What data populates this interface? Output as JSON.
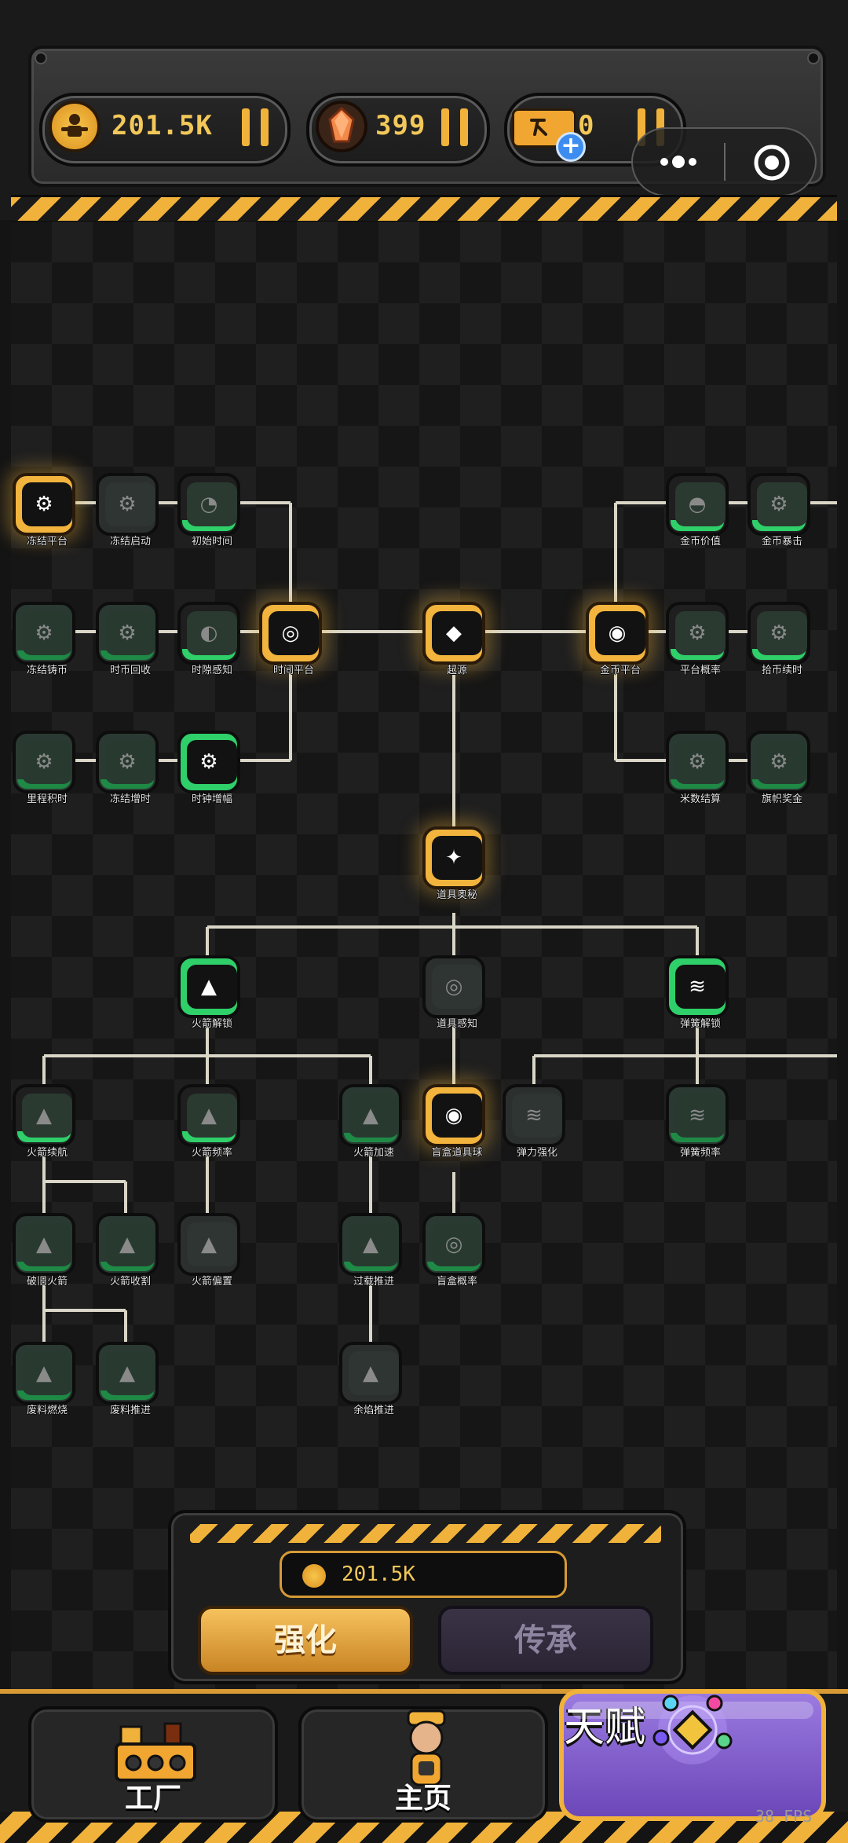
{
  "resources": {
    "coins": "201.5K",
    "gems": "399",
    "tickets": "0"
  },
  "tree": {
    "nodes": [
      {
        "id": "n1",
        "label": "冻结平台",
        "style": "gold",
        "glyph": "⚙"
      },
      {
        "id": "n2",
        "label": "冻结启动",
        "style": "dark",
        "glyph": "⚙"
      },
      {
        "id": "n3",
        "label": "初始时间",
        "style": "green",
        "glyph": "◔"
      },
      {
        "id": "n4",
        "label": "冻结铸币",
        "style": "dim",
        "glyph": "⚙"
      },
      {
        "id": "n5",
        "label": "时币回收",
        "style": "dim",
        "glyph": "⚙"
      },
      {
        "id": "n6",
        "label": "时隙感知",
        "style": "green",
        "glyph": "◐"
      },
      {
        "id": "n7",
        "label": "时间平台",
        "style": "gold",
        "glyph": "◎"
      },
      {
        "id": "n8",
        "label": "里程积时",
        "style": "dim",
        "glyph": "⚙"
      },
      {
        "id": "n9",
        "label": "冻结增时",
        "style": "dim",
        "glyph": "⚙"
      },
      {
        "id": "n10",
        "label": "时钟增幅",
        "style": "bright",
        "glyph": "⚙"
      },
      {
        "id": "n11",
        "label": "起源",
        "style": "gold",
        "glyph": "◆"
      },
      {
        "id": "n12",
        "label": "金币平台",
        "style": "gold",
        "glyph": "◉"
      },
      {
        "id": "n13",
        "label": "金币价值",
        "style": "green",
        "glyph": "◓"
      },
      {
        "id": "n14",
        "label": "金币暴击",
        "style": "green",
        "glyph": "⚙"
      },
      {
        "id": "n15",
        "label": "平台概率",
        "style": "green",
        "glyph": "⚙"
      },
      {
        "id": "n16",
        "label": "拾币续时",
        "style": "green",
        "glyph": "⚙"
      },
      {
        "id": "n17",
        "label": "米数结算",
        "style": "dim",
        "glyph": "⚙"
      },
      {
        "id": "n18",
        "label": "旗帜奖金",
        "style": "dim",
        "glyph": "⚙"
      },
      {
        "id": "n19",
        "label": "道具奥秘",
        "style": "gold",
        "glyph": "✦"
      },
      {
        "id": "n20",
        "label": "火箭解锁",
        "style": "bright",
        "glyph": "▲"
      },
      {
        "id": "n21",
        "label": "道具感知",
        "style": "dark",
        "glyph": "◎"
      },
      {
        "id": "n22",
        "label": "弹簧解锁",
        "style": "bright",
        "glyph": "≋"
      },
      {
        "id": "n23",
        "label": "火箭续航",
        "style": "green",
        "glyph": "▲"
      },
      {
        "id": "n24",
        "label": "火箭频率",
        "style": "green",
        "glyph": "▲"
      },
      {
        "id": "n25",
        "label": "火箭加速",
        "style": "dim",
        "glyph": "▲"
      },
      {
        "id": "n26",
        "label": "盲盒道具球",
        "style": "gold",
        "glyph": "◉"
      },
      {
        "id": "n27",
        "label": "弹力强化",
        "style": "dark",
        "glyph": "≋"
      },
      {
        "id": "n28",
        "label": "弹簧频率",
        "style": "dim",
        "glyph": "≋"
      },
      {
        "id": "n29",
        "label": "破旧火箭",
        "style": "dim",
        "glyph": "▲"
      },
      {
        "id": "n30",
        "label": "火箭收割",
        "style": "dim",
        "glyph": "▲"
      },
      {
        "id": "n31",
        "label": "火箭偏置",
        "style": "dark",
        "glyph": "▲"
      },
      {
        "id": "n32",
        "label": "过载推进",
        "style": "dim",
        "glyph": "▲"
      },
      {
        "id": "n33",
        "label": "盲盒概率",
        "style": "dim",
        "glyph": "◎"
      },
      {
        "id": "n34",
        "label": "废料燃烧",
        "style": "dim",
        "glyph": "▲"
      },
      {
        "id": "n35",
        "label": "废料推进",
        "style": "dim",
        "glyph": "▲"
      },
      {
        "id": "n36",
        "label": "余焰推进",
        "style": "dark",
        "glyph": "▲"
      }
    ]
  },
  "upgrade_panel": {
    "cost": "201.5K",
    "strengthen_label": "强化",
    "inherit_label": "传承"
  },
  "nav": {
    "factory_label": "工厂",
    "home_label": "主页",
    "talent_label": "天赋"
  },
  "fps": "38 FPS",
  "colors": {
    "gold": "#f2b43d",
    "green": "#2fcf6a",
    "purple": "#8a68d4",
    "line": "#d9d6c8"
  }
}
